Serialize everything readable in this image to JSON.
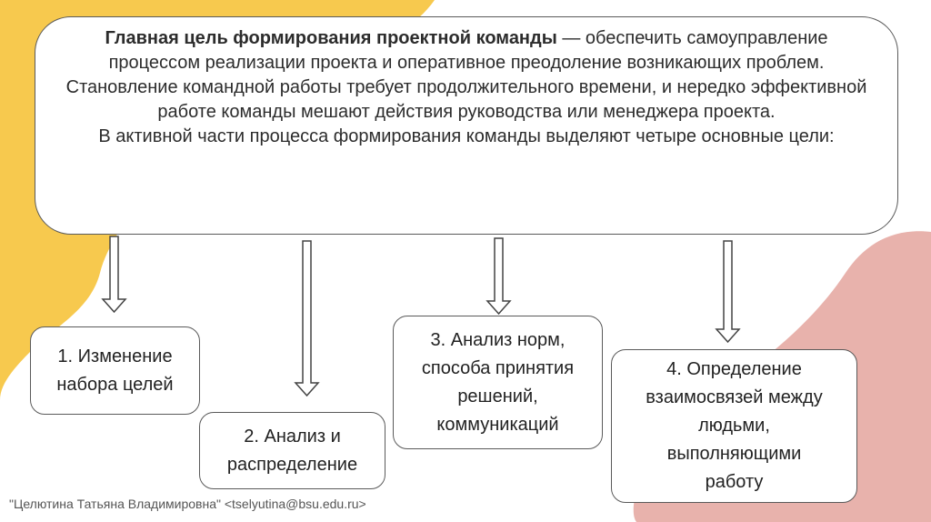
{
  "main": {
    "bold_lead": "Главная цель формирования проектной команды",
    "text_1": " — обеспечить самоуправление процессом реализации проекта и оперативное преодоление возникающих проблем.",
    "text_2": "Становление командной работы требует продолжительного времени, и нередко эффективной работе команды мешают действия руководства или менеджера проекта.",
    "text_3": "В активной части процесса формирования команды выделяют четыре основные цели:"
  },
  "goals": [
    {
      "lines": [
        "1. Изменение",
        "набора целей"
      ]
    },
    {
      "lines": [
        "2. Анализ и",
        "распределение"
      ]
    },
    {
      "lines": [
        "3. Анализ норм,",
        "способа принятия",
        "решений,",
        "коммуникаций"
      ]
    },
    {
      "lines": [
        "4. Определение",
        "взаимосвязей между",
        "людьми,",
        "выполняющими",
        "работу"
      ]
    }
  ],
  "footer": "\"Целютина Татьяна Владимировна\" <tselyutina@bsu.edu.ru>",
  "colors": {
    "yellow_blob": "#f7c94e",
    "pink_blob": "#e8b2ac",
    "border": "#5a5a5a"
  }
}
